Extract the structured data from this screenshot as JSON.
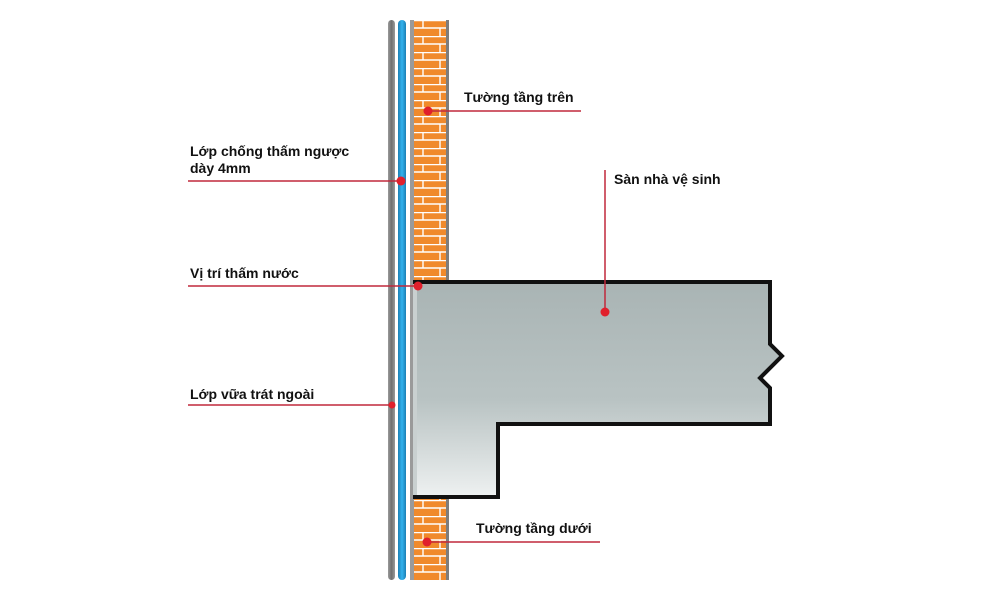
{
  "labels": {
    "upper_wall": "Tường tầng trên",
    "waterproof_line1": "Lớp chống thấm ngược",
    "waterproof_line2": "dày 4mm",
    "bathroom_floor": "Sàn nhà vệ sinh",
    "leak_position": "Vị trí thấm nước",
    "outer_plaster": "Lớp vữa trát ngoài",
    "lower_wall": "Tường tầng dưới"
  },
  "colors": {
    "leader": "#c0283c",
    "dot": "#e0202c",
    "brick": "#f08a2c",
    "mortar": "#ffffff",
    "membrane": "#1e9ad6",
    "plaster": "#8c8c8c",
    "slab_outline": "#111111",
    "slab_fill_top": "#a9b4b4",
    "slab_fill_bottom": "#e6eaea",
    "text": "#111111"
  }
}
